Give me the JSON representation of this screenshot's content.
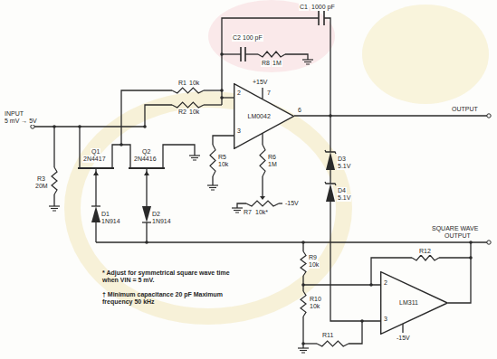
{
  "diagram": {
    "nodes": [
      {
        "text": [
          "LM0042"
        ]
      },
      {
        "text": [
          "LM311"
        ]
      }
    ],
    "edges": [],
    "labels": [
      "C1",
      "1000 pF",
      "C2",
      "100 pF",
      "R8",
      "1M",
      "R1",
      "10k",
      "R2",
      "10k",
      "2",
      "3",
      "6",
      "7",
      "+15V",
      "OUTPUT",
      "INPUT",
      "5 mV → 5V",
      "Q1",
      "2N4417",
      "Q2",
      "2N4416",
      "R3",
      "20M",
      "D1",
      "1N914",
      "D2",
      "1N914",
      "R5",
      "10k",
      "R6",
      "1M",
      "R7",
      "10k*",
      "-15V",
      "D3",
      "5.1V",
      "D4",
      "5.1V",
      "SQUARE WAVE",
      "OUTPUT",
      "R9",
      "10k",
      "R10",
      "10k",
      "R11",
      "R12",
      "2",
      "3",
      "-15V",
      "* Adjust for symmetrical square wave time when VIN = 5 mV.",
      "† Minimum capacitance 20 pF Maximum frequency 50 kHz"
    ]
  }
}
